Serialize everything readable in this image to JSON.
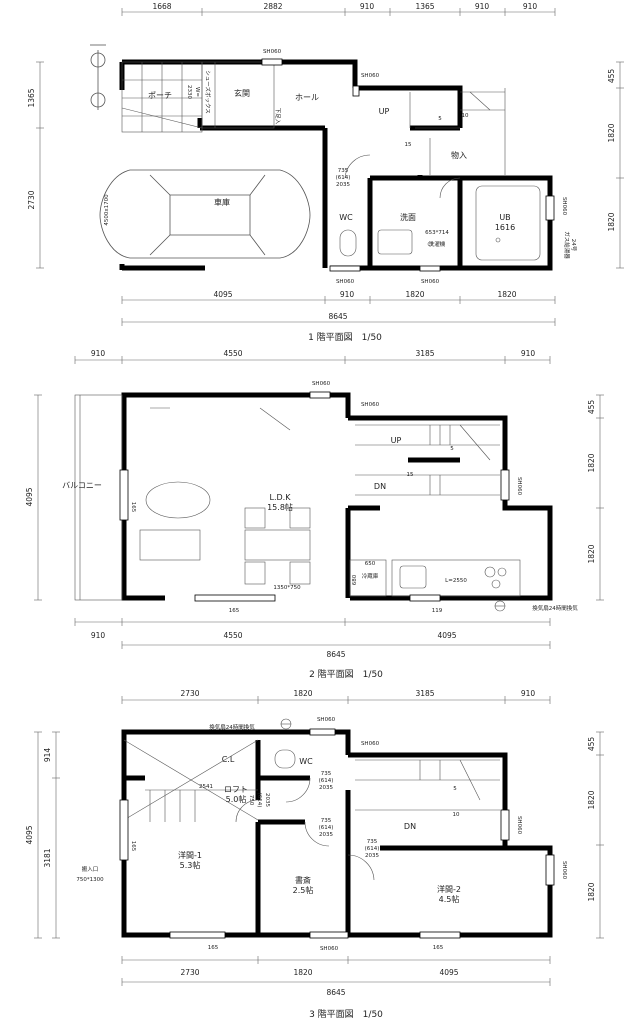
{
  "floor1": {
    "title": "1 階平面図　1/50",
    "top_dims": [
      "1668",
      "2882",
      "910",
      "1365",
      "910",
      "910"
    ],
    "bottom_dims": [
      "4095",
      "910",
      "1820",
      "1820"
    ],
    "total": "8645",
    "left_dims": [
      "1365",
      "2730"
    ],
    "right_dims": [
      "455",
      "1820",
      "1820"
    ],
    "rooms": {
      "porch": "ポーチ",
      "entrance": "玄関",
      "hall": "ホール",
      "garage": "車庫",
      "wc": "WC",
      "wash": "洗面",
      "ub": "UB",
      "ub_size": "1616",
      "storage": "物入"
    },
    "notes": {
      "shoebox": "シューズボックス",
      "shoebox_w": "W=",
      "shoebox_d": "2330",
      "garage_size": "4500x1700",
      "door": "735",
      "door2": "(614)",
      "door3": "2035",
      "wm": "653*714",
      "wm2": "洗濯機",
      "heater": "ガス給湯器",
      "heater2": "24号",
      "up": "UP",
      "s5": "5",
      "s10": "10",
      "s15": "15",
      "closet": "下足入"
    },
    "windows": [
      "SH060",
      "SH060",
      "SH060",
      "SH060",
      "SH060"
    ]
  },
  "floor2": {
    "title": "2 階平面図　1/50",
    "top_dims": [
      "910",
      "4550",
      "3185",
      "910"
    ],
    "bottom_dims": [
      "910",
      "4550",
      "4095"
    ],
    "total": "8645",
    "left_dims": [
      "4095"
    ],
    "right_dims": [
      "455",
      "1820",
      "1820"
    ],
    "rooms": {
      "balcony": "バルコニー",
      "ldk": "L.D.K",
      "ldk_size": "15.8帖"
    },
    "notes": {
      "up": "UP",
      "dn": "DN",
      "s5": "5",
      "s15": "15",
      "w165": "165",
      "w165b": "165",
      "w119": "119",
      "table": "1350*750",
      "fridge": "冷蔵庫",
      "f650": "650",
      "f680": "680",
      "kitchen": "L=2550",
      "vent": "換気扇24時間換気"
    },
    "windows": [
      "SH060",
      "SH060",
      "SH060"
    ]
  },
  "floor3": {
    "title": "3 階平面図　1/50",
    "top_dims": [
      "2730",
      "1820",
      "3185",
      "910"
    ],
    "bottom_dims": [
      "2730",
      "1820",
      "4095"
    ],
    "total": "8645",
    "left_dims": [
      "914",
      "4095",
      "3181"
    ],
    "right_dims": [
      "455",
      "1820",
      "1820"
    ],
    "rooms": {
      "cl": "C.L",
      "wc": "WC",
      "loft": "ロフト",
      "loft_size": "5.0帖",
      "room1": "洋間-1",
      "room1_size": "5.3帖",
      "study": "書斎",
      "study_size": "2.5帖",
      "room2": "洋間-2",
      "room2_size": "4.5帖"
    },
    "notes": {
      "vent": "換気扇24時間換気",
      "entry": "搬入口",
      "entry_size": "750*1300",
      "door": "735",
      "door2": "(614)",
      "door3": "2035",
      "dn": "DN",
      "s5": "5",
      "s10": "10",
      "w165": "165",
      "w165b": "165",
      "w165c": "165",
      "d2541": "2541",
      "loftw": "750",
      "lofth": "(614)",
      "loftd": "2035"
    },
    "windows": [
      "SH060",
      "SH060",
      "SH060",
      "SH060"
    ]
  }
}
